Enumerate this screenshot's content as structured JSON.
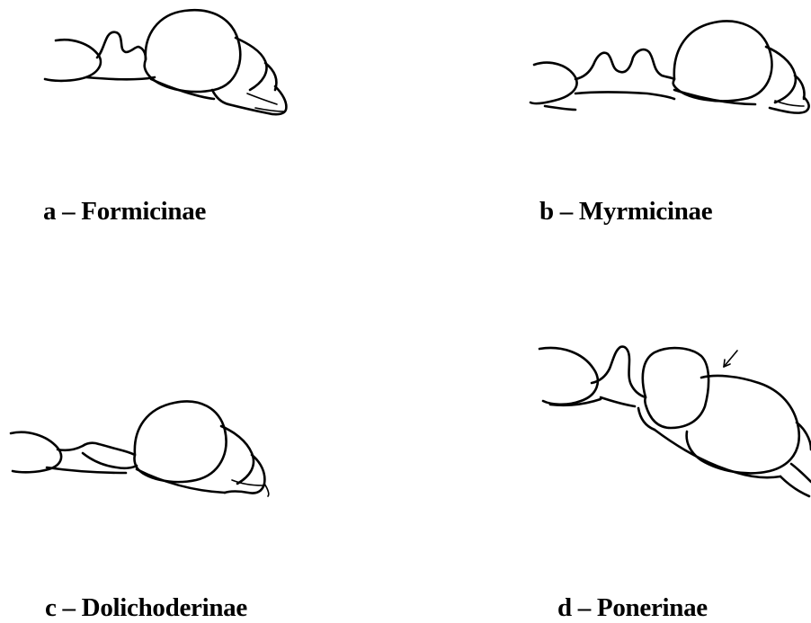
{
  "panels": [
    {
      "id": "a",
      "label": "a – Formicinae"
    },
    {
      "id": "b",
      "label": "b – Myrmicinae"
    },
    {
      "id": "c",
      "label": "c – Dolichoderinae"
    },
    {
      "id": "d",
      "label": "d – Ponerinae"
    }
  ],
  "stroke_color": "#000000",
  "background_color": "#ffffff"
}
